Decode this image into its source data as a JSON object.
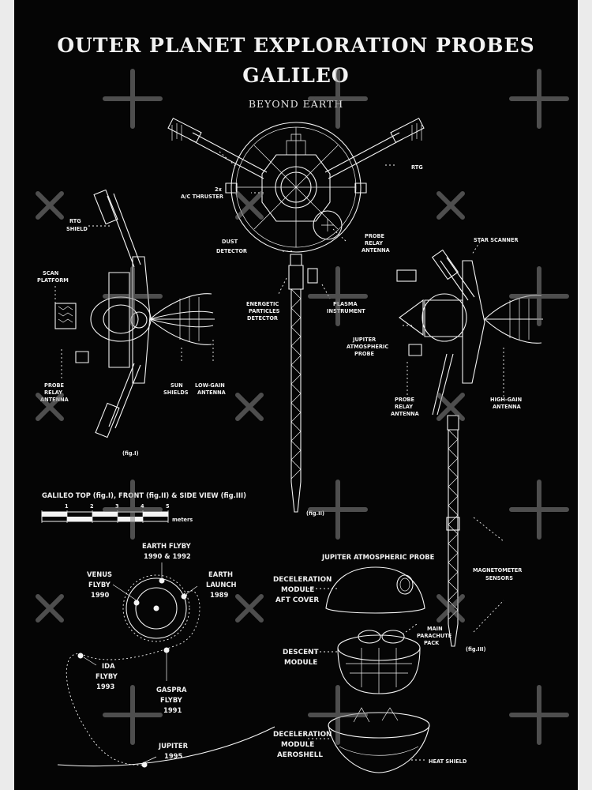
{
  "header": {
    "title": "OUTER PLANET EXPLORATION PROBES",
    "subtitle": "GALILEO",
    "brand": "BEYOND EARTH"
  },
  "fig1": {
    "caption": "(fig.I)",
    "labels": {
      "rtg_shield": [
        "RTG",
        "SHIELD"
      ],
      "scan_platform": [
        "SCAN",
        "PLATFORM"
      ],
      "probe_relay_antenna": [
        "PROBE",
        "RELAY",
        "ANTENNA"
      ],
      "sun_shields": [
        "SUN",
        "SHIELDS"
      ],
      "low_gain_antenna": [
        "LOW-GAIN",
        "ANTENNA"
      ]
    }
  },
  "fig2": {
    "caption": "(fig.II)",
    "labels": {
      "rtg": "RTG",
      "ac_thruster": [
        "2x",
        "A/C THRUSTER"
      ],
      "dust_detector": [
        "DUST",
        "DETECTOR"
      ],
      "probe_relay_antenna": [
        "PROBE",
        "RELAY",
        "ANTENNA"
      ],
      "energetic_particles_detector": [
        "ENERGETIC",
        "PARTICLES",
        "DETECTOR"
      ],
      "plasma_instrument": [
        "PLASMA",
        "INSTRUMENT"
      ]
    }
  },
  "fig3": {
    "caption": "(fig.III)",
    "labels": {
      "star_scanner": "STAR SCANNER",
      "jupiter_atmospheric_probe": [
        "JUPITER",
        "ATMOSPHERIC",
        "PROBE"
      ],
      "probe_relay_antenna": [
        "PROBE",
        "RELAY",
        "ANTENNA"
      ],
      "high_gain_antenna": [
        "HIGH-GAIN",
        "ANTENNA"
      ],
      "magnetometer_sensors": [
        "MAGNETOMETER",
        "SENSORS"
      ]
    }
  },
  "scale": {
    "title": "GALILEO TOP (fig.I), FRONT (fig.II) & SIDE VIEW (fig.III)",
    "ticks": [
      "1",
      "2",
      "3",
      "4",
      "5"
    ],
    "unit": "meters"
  },
  "trajectory": {
    "earth_flyby_1": [
      "EARTH FLYBY",
      "1990 & 1992"
    ],
    "venus_flyby": [
      "VENUS",
      "FLYBY",
      "1990"
    ],
    "earth_launch": [
      "EARTH",
      "LAUNCH",
      "1989"
    ],
    "ida_flyby": [
      "IDA",
      "FLYBY",
      "1993"
    ],
    "gaspra_flyby": [
      "GASPRA",
      "FLYBY",
      "1991"
    ],
    "jupiter": [
      "JUPITER",
      "1995"
    ]
  },
  "probe": {
    "title": "JUPITER ATMOSPHERIC PROBE",
    "aft_cover": [
      "DECELERATION",
      "MODULE",
      "AFT COVER"
    ],
    "main_parachute_pack": [
      "MAIN",
      "PARACHUTE",
      "PACK"
    ],
    "descent_module": [
      "DESCENT",
      "MODULE"
    ],
    "aeroshell": [
      "DECELERATION",
      "MODULE",
      "AEROSHELL"
    ],
    "heat_shield": "HEAT SHIELD"
  },
  "colors": {
    "background": "#050505",
    "ink": "#f4f4f4",
    "frame": "#ebebeb",
    "watermark": "#8a8a8a"
  }
}
